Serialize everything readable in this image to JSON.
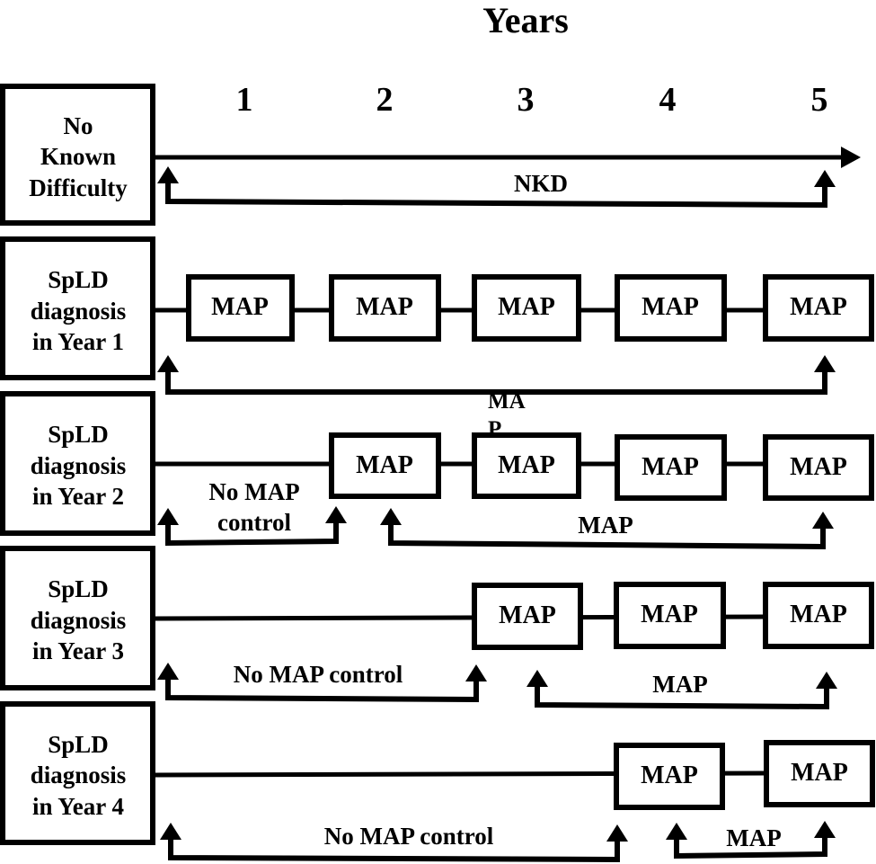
{
  "title": "Years",
  "year_labels": [
    "1",
    "2",
    "3",
    "4",
    "5"
  ],
  "colors": {
    "stroke": "#000000",
    "background": "#ffffff"
  },
  "rows": [
    {
      "label_lines": [
        "No",
        "Known",
        "Difficulty"
      ],
      "boxes": [],
      "spans": [
        {
          "label": "NKD"
        }
      ]
    },
    {
      "label_lines": [
        "SpLD",
        "diagnosis",
        "in Year 1"
      ],
      "boxes": [
        "MAP",
        "MAP",
        "MAP",
        "MAP",
        "MAP"
      ],
      "spans": [
        {
          "label": ""
        }
      ]
    },
    {
      "label_lines": [
        "SpLD",
        "diagnosis",
        "in Year 2"
      ],
      "boxes": [
        "MAP",
        "MAP",
        "MAP",
        "MAP"
      ],
      "spans": [
        {
          "label_lines": [
            "No MAP",
            "control"
          ]
        },
        {
          "label": "MAP"
        }
      ],
      "stray_text": [
        "MA",
        "P"
      ]
    },
    {
      "label_lines": [
        "SpLD",
        "diagnosis",
        "in Year 3"
      ],
      "boxes": [
        "MAP",
        "MAP",
        "MAP"
      ],
      "spans": [
        {
          "label": "No MAP control"
        },
        {
          "label": "MAP"
        }
      ]
    },
    {
      "label_lines": [
        "SpLD",
        "diagnosis",
        "in Year 4"
      ],
      "boxes": [
        "MAP",
        "MAP"
      ],
      "spans": [
        {
          "label": "No MAP control"
        },
        {
          "label": "MAP"
        }
      ]
    }
  ]
}
